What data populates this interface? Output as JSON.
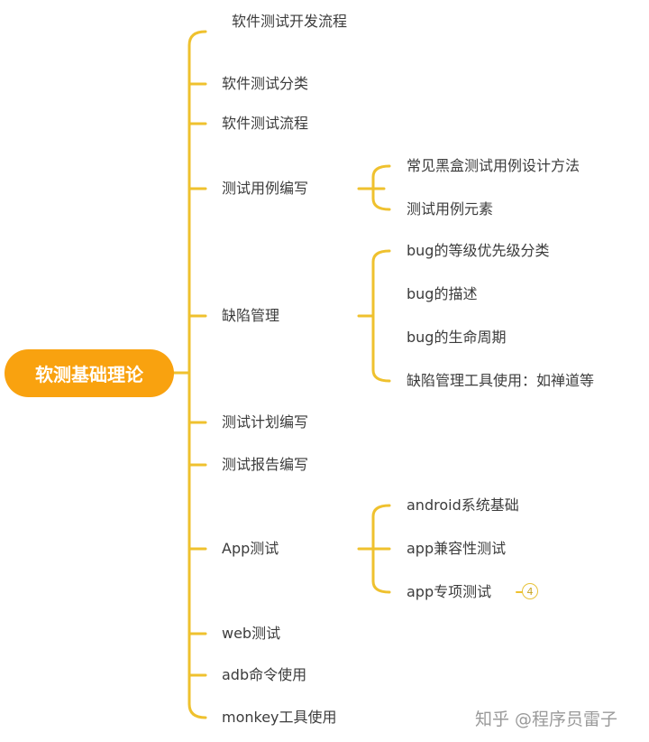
{
  "root": "软测基础理论",
  "branches": [
    {
      "label": "软件测试开发流程"
    },
    {
      "label": "软件测试分类"
    },
    {
      "label": "软件测试流程"
    },
    {
      "label": "测试用例编写",
      "children": [
        "常见黑盒测试用例设计方法",
        "测试用例元素"
      ]
    },
    {
      "label": "缺陷管理",
      "children": [
        "bug的等级优先级分类",
        "bug的描述",
        "bug的生命周期",
        "缺陷管理工具使用：如禅道等"
      ]
    },
    {
      "label": "测试计划编写"
    },
    {
      "label": "测试报告编写"
    },
    {
      "label": "App测试",
      "children": [
        "android系统基础",
        "app兼容性测试",
        "app专项测试"
      ]
    },
    {
      "label": "web测试"
    },
    {
      "label": "adb命令使用"
    },
    {
      "label": "monkey工具使用"
    }
  ],
  "collapsed_count": "4",
  "watermark": "知乎 @程序员雷子",
  "colors": {
    "accent": "#F9A20F",
    "line": "#EFC12E"
  }
}
